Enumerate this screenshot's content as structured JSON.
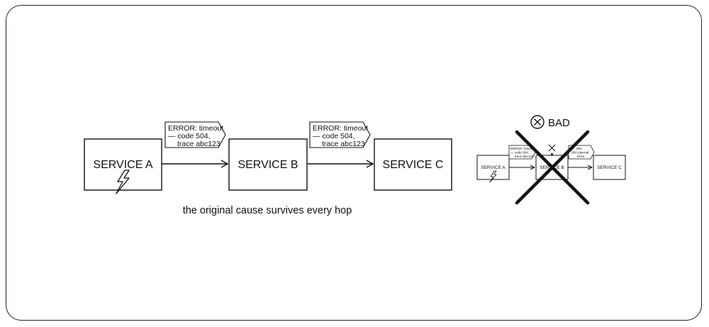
{
  "good": {
    "services": {
      "a": "SERVICE A",
      "b": "SERVICE B",
      "c": "SERVICE C"
    },
    "tag1": {
      "line1": "ERROR: timeout",
      "line2": "— code 504,",
      "line3": "trace abc123"
    },
    "tag2": {
      "line1": "ERROR: timeout",
      "line2": "— code 504,",
      "line3": "trace abc123"
    },
    "caption": "the original cause survives every hop",
    "origin_icon": "lightning-icon"
  },
  "bad": {
    "label": "BAD",
    "label_icon": "circled-x-icon",
    "services": {
      "a": "SERVICE A",
      "b": "SERVICE B",
      "c": "SERVICE C"
    },
    "tag1": {
      "line1": "ERROR: timeout",
      "line2": "— code 504,",
      "line3": "trace abc123"
    },
    "tag2": {
      "line1": "500",
      "line2": "500 Internal",
      "line3": "Error"
    },
    "origin_icon": "lightning-icon",
    "drop_icon": "x-mark-icon",
    "overlay_icon": "big-cross-icon"
  }
}
